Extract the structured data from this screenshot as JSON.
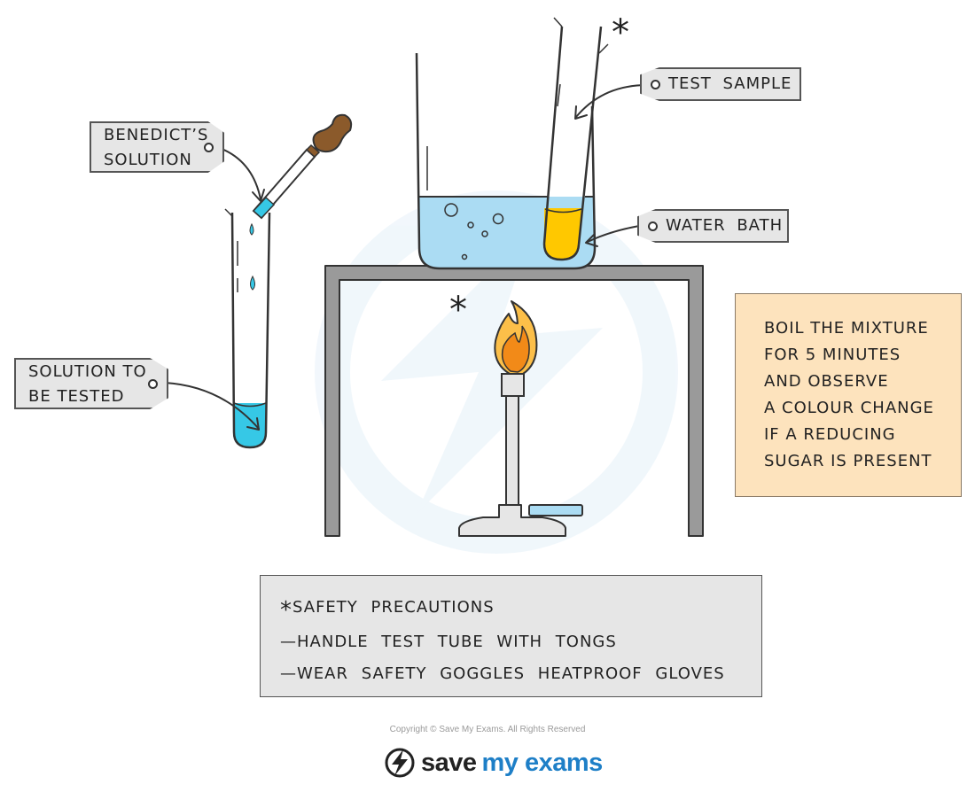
{
  "labels": {
    "benedicts_line1": "BENEDICT’S",
    "benedicts_line2": "SOLUTION",
    "solution_tested_line1": "SOLUTION TO",
    "solution_tested_line2": "BE TESTED",
    "test_sample": "TEST SAMPLE",
    "water_bath": "WATER BATH"
  },
  "note": {
    "lines": [
      "BOIL THE MIXTURE",
      "FOR 5 MINUTES",
      "AND OBSERVE",
      "A COLOUR CHANGE",
      "IF A REDUCING",
      "SUGAR IS PRESENT"
    ]
  },
  "safety": {
    "star": "*",
    "title": "SAFETY PRECAUTIONS",
    "items": [
      "—HANDLE TEST TUBE WITH TONGS",
      "—WEAR SAFETY GOGGLES HEATPROOF GLOVES"
    ]
  },
  "markers": {
    "star": "*"
  },
  "footer": {
    "copyright": "Copyright © Save My Exams. All Rights Reserved",
    "brand_save": "save",
    "brand_myexams": "my exams"
  },
  "colors": {
    "water": "#abdcf3",
    "benedicts": "#36c8e6",
    "sample": "#ffc800",
    "flame_outer": "#fcbf49",
    "flame_inner": "#f28a18",
    "stand": "#9a9a9a",
    "note_bg": "#fde3bd",
    "tag_bg": "#e6e6e6",
    "dropper_bulb": "#8b5a2b",
    "brand_blue": "#1e7fc7"
  }
}
